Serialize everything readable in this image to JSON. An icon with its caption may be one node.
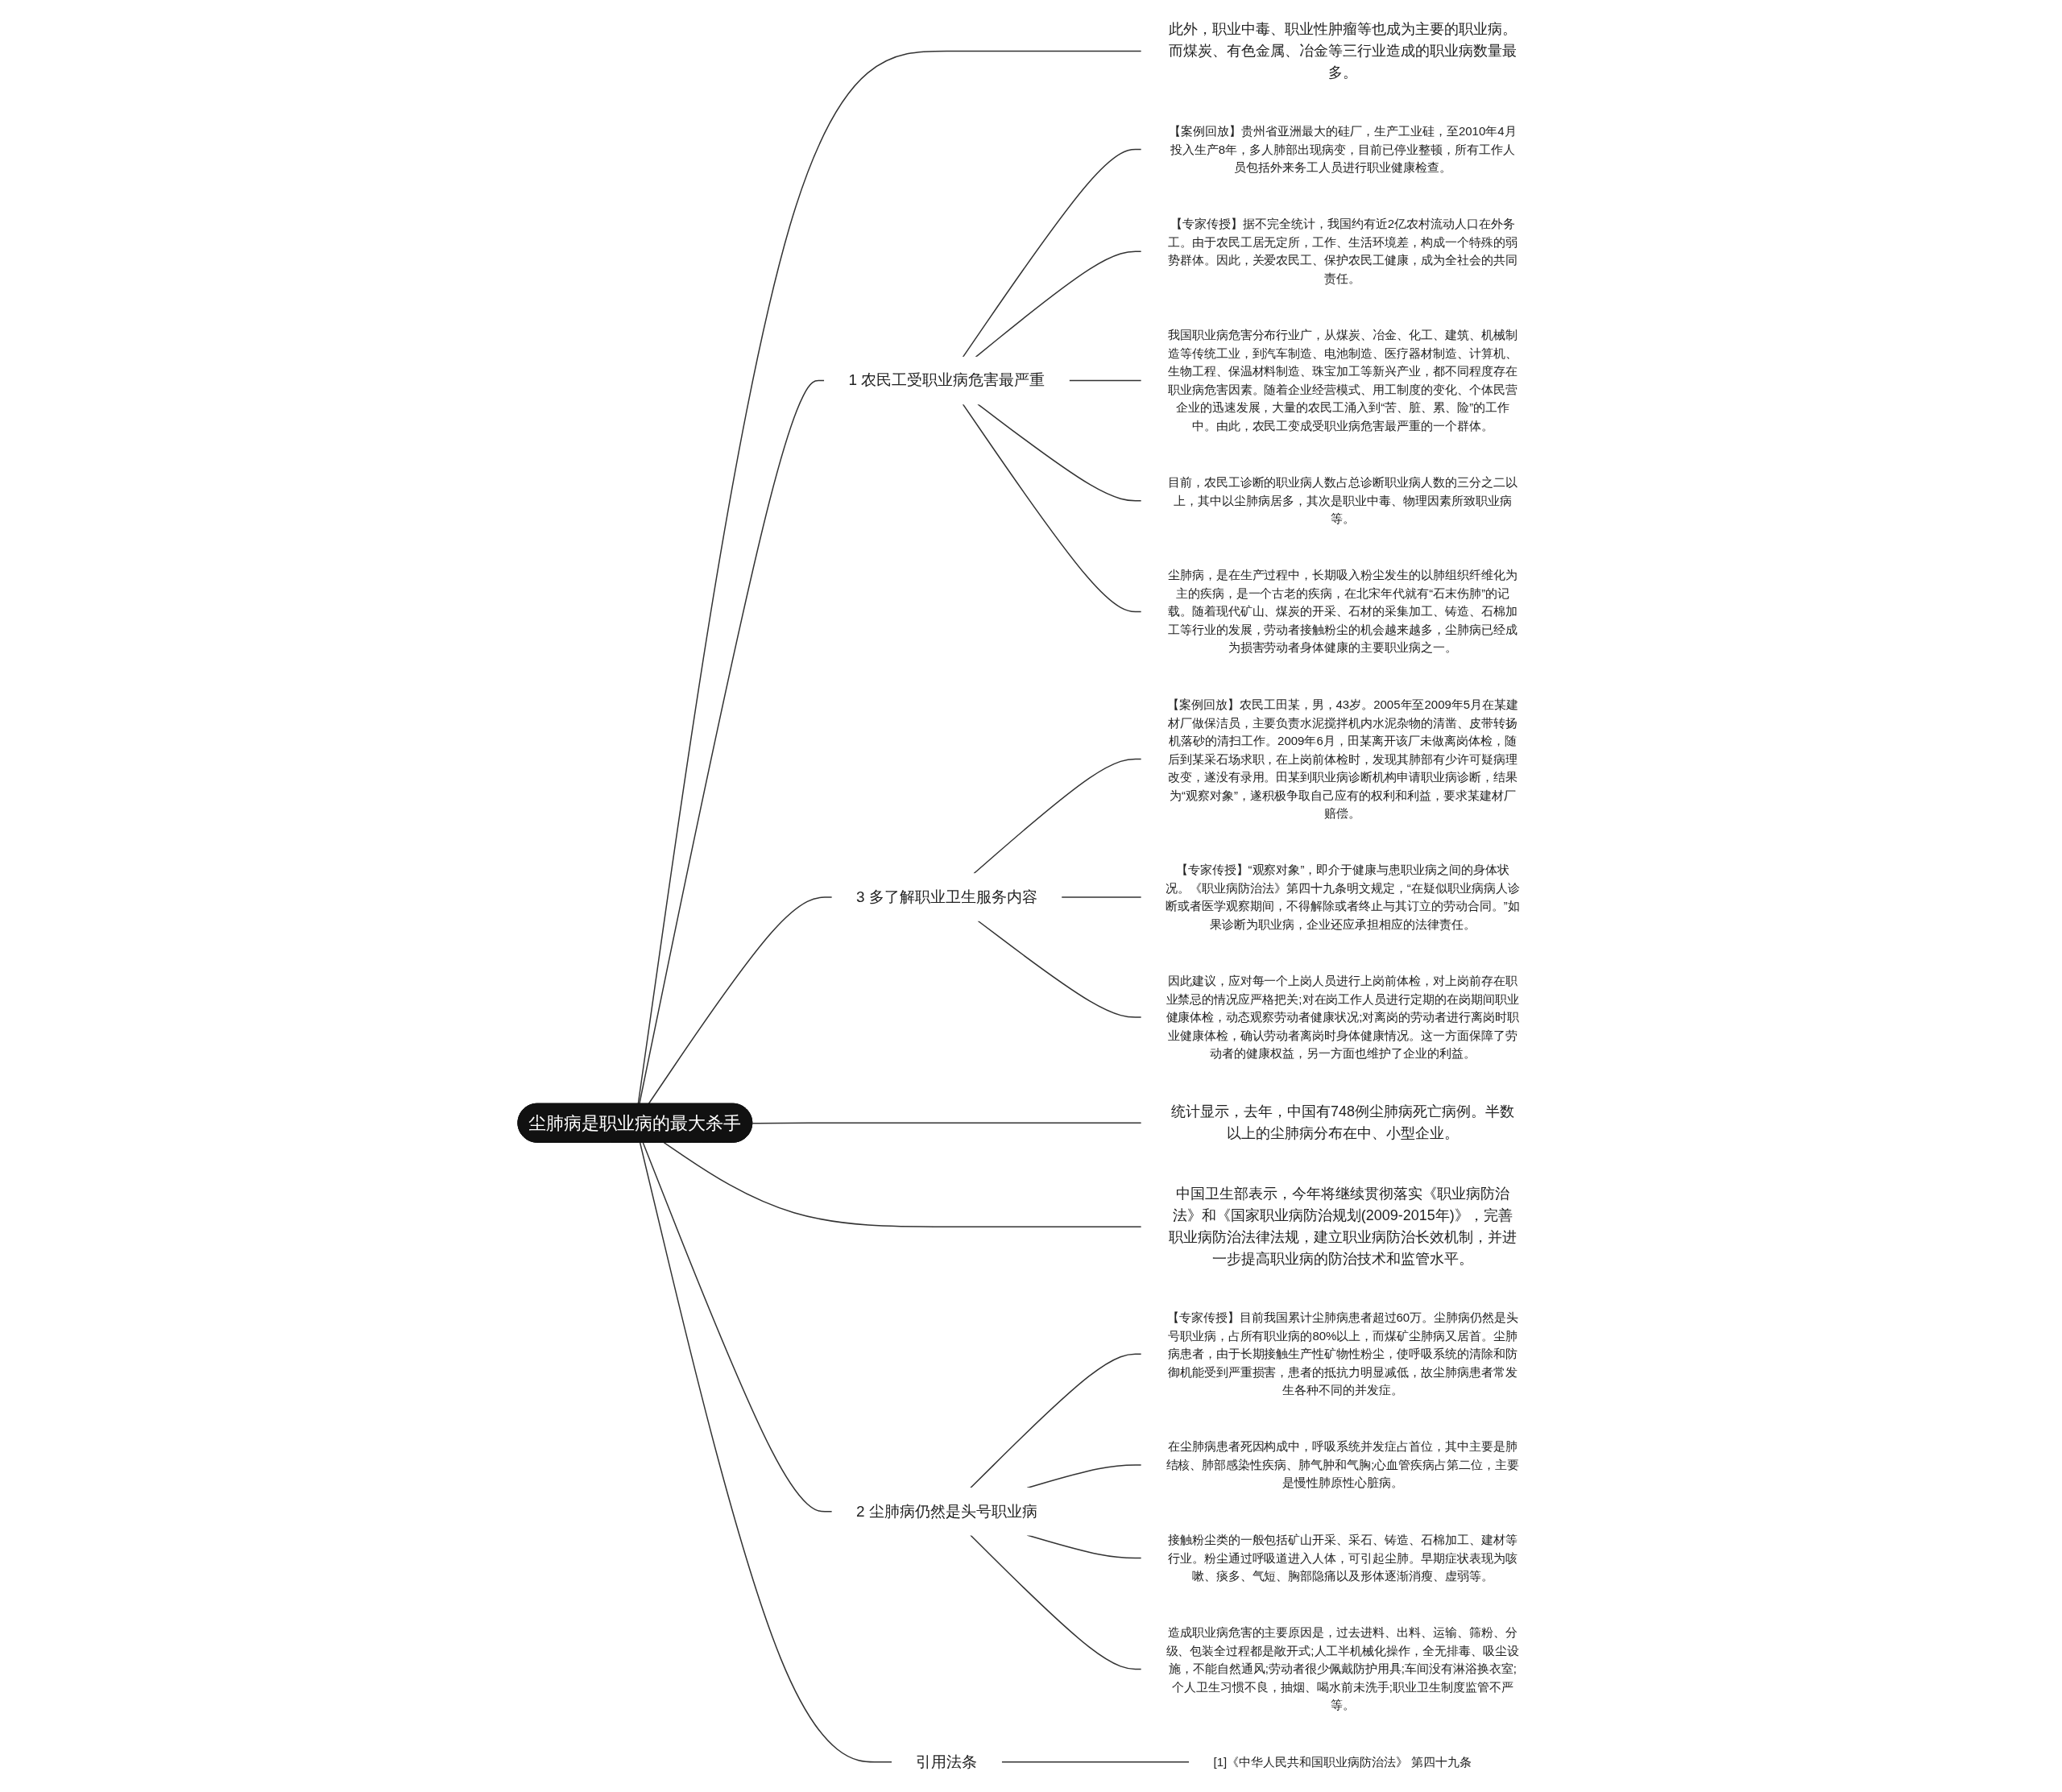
{
  "diagram": {
    "nodes": [
      {
        "text": [
          "尘肺病是职业病的最大杀手"
        ]
      },
      {
        "text": [
          "此外，职业中毒、职业性肿瘤等也成为主要的职业病。而煤炭、有色金属、冶金等三行业造成的职业病数量最多。"
        ]
      },
      {
        "text": [
          "1 农民工受职业病危害最严重"
        ]
      },
      {
        "text": [
          "【案例回放】贵州省亚洲最大的硅厂，生产工业硅，至2010年4月投入生产8年，多人肺部出现病变，目前已停业整顿，所有工作人员包括外来务工人员进行职业健康检查。"
        ]
      },
      {
        "text": [
          "【专家传授】据不完全统计，我国约有近2亿农村流动人口在外务工。由于农民工居无定所，工作、生活环境差，构成一个特殊的弱势群体。因此，关爱农民工、保护农民工健康，成为全社会的共同责任。"
        ]
      },
      {
        "text": [
          "我国职业病危害分布行业广，从煤炭、冶金、化工、建筑、机械制造等传统工业，到汽车制造、电池制造、医疗器材制造、计算机、生物工程、保温材料制造、珠宝加工等新兴产业，都不同程度存在职业病危害因素。随着企业经营模式、用工制度的变化、个体民营企业的迅速发展，大量的农民工涌入到“苦、脏、累、险”的工作中。由此，农民工变成受职业病危害最严重的一个群体。"
        ]
      },
      {
        "text": [
          "目前，农民工诊断的职业病人数占总诊断职业病人数的三分之二以上，其中以尘肺病居多，其次是职业中毒、物理因素所致职业病等。"
        ]
      },
      {
        "text": [
          "尘肺病，是在生产过程中，长期吸入粉尘发生的以肺组织纤维化为主的疾病，是一个古老的疾病，在北宋年代就有“石末伤肺”的记载。随着现代矿山、煤炭的开采、石材的采集加工、铸造、石棉加工等行业的发展，劳动者接触粉尘的机会越来越多，尘肺病已经成为损害劳动者身体健康的主要职业病之一。"
        ]
      },
      {
        "text": [
          "3 多了解职业卫生服务内容"
        ]
      },
      {
        "text": [
          "【案例回放】农民工田某，男，43岁。2005年至2009年5月在某建材厂做保洁员，主要负责水泥搅拌机内水泥杂物的清凿、皮带转扬机落砂的清扫工作。2009年6月，田某离开该厂未做离岗体检，随后到某采石场求职，在上岗前体检时，发现其肺部有少许可疑病理改变，遂没有录用。田某到职业病诊断机构申请职业病诊断，结果为“观察对象”，遂积极争取自己应有的权利和利益，要求某建材厂赔偿。"
        ]
      },
      {
        "text": [
          "【专家传授】“观察对象”，即介于健康与患职业病之间的身体状况。《职业病防治法》第四十九条明文规定，“在疑似职业病病人诊断或者医学观察期间，不得解除或者终止与其订立的劳动合同。”如果诊断为职业病，企业还应承担相应的法律责任。"
        ]
      },
      {
        "text": [
          "因此建议，应对每一个上岗人员进行上岗前体检，对上岗前存在职业禁忌的情况应严格把关;对在岗工作人员进行定期的在岗期间职业健康体检，动态观察劳动者健康状况;对离岗的劳动者进行离岗时职业健康体检，确认劳动者离岗时身体健康情况。这一方面保障了劳动者的健康权益，另一方面也维护了企业的利益。"
        ]
      },
      {
        "text": [
          "统计显示，去年，中国有748例尘肺病死亡病例。半数以上的尘肺病分布在中、小型企业。"
        ]
      },
      {
        "text": [
          "中国卫生部表示，今年将继续贯彻落实《职业病防治法》和《国家职业病防治规划(2009-2015年)》，完善职业病防治法律法规，建立职业病防治长效机制，并进一步提高职业病的防治技术和监管水平。"
        ]
      },
      {
        "text": [
          "2 尘肺病仍然是头号职业病"
        ]
      },
      {
        "text": [
          "【专家传授】目前我国累计尘肺病患者超过60万。尘肺病仍然是头号职业病，占所有职业病的80%以上，而煤矿尘肺病又居首。尘肺病患者，由于长期接触生产性矿物性粉尘，使呼吸系统的清除和防御机能受到严重损害，患者的抵抗力明显减低，故尘肺病患者常发生各种不同的并发症。"
        ]
      },
      {
        "text": [
          "在尘肺病患者死因构成中，呼吸系统并发症占首位，其中主要是肺结核、肺部感染性疾病、肺气肿和气胸;心血管疾病占第二位，主要是慢性肺原性心脏病。"
        ]
      },
      {
        "text": [
          "接触粉尘类的一般包括矿山开采、采石、铸造、石棉加工、建材等行业。粉尘通过呼吸道进入人体，可引起尘肺。早期症状表现为咳嗽、痰多、气短、胸部隐痛以及形体逐渐消瘦、虚弱等。"
        ]
      },
      {
        "text": [
          "造成职业病危害的主要原因是，过去进料、出料、运输、筛粉、分级、包装全过程都是敞开式;人工半机械化操作，全无排毒、吸尘设施，不能自然通风;劳动者很少佩戴防护用具;车间没有淋浴换衣室;个人卫生习惯不良，抽烟、喝水前未洗手;职业卫生制度监管不严等。"
        ]
      },
      {
        "text": [
          "引用法条"
        ]
      },
      {
        "text": [
          "[1]《中华人民共和国职业病防治法》 第四十九条"
        ]
      }
    ],
    "edges": [
      {
        "from": 0,
        "to": 1,
        "arrow": "none"
      },
      {
        "from": 0,
        "to": 2,
        "arrow": "none"
      },
      {
        "from": 2,
        "to": 3,
        "arrow": "none"
      },
      {
        "from": 2,
        "to": 4,
        "arrow": "none"
      },
      {
        "from": 2,
        "to": 5,
        "arrow": "none"
      },
      {
        "from": 2,
        "to": 6,
        "arrow": "none"
      },
      {
        "from": 2,
        "to": 7,
        "arrow": "none"
      },
      {
        "from": 0,
        "to": 8,
        "arrow": "none"
      },
      {
        "from": 8,
        "to": 9,
        "arrow": "none"
      },
      {
        "from": 8,
        "to": 10,
        "arrow": "none"
      },
      {
        "from": 8,
        "to": 11,
        "arrow": "none"
      },
      {
        "from": 0,
        "to": 12,
        "arrow": "none"
      },
      {
        "from": 0,
        "to": 13,
        "arrow": "none"
      },
      {
        "from": 0,
        "to": 14,
        "arrow": "none"
      },
      {
        "from": 14,
        "to": 15,
        "arrow": "none"
      },
      {
        "from": 14,
        "to": 16,
        "arrow": "none"
      },
      {
        "from": 14,
        "to": 17,
        "arrow": "none"
      },
      {
        "from": 14,
        "to": 18,
        "arrow": "none"
      },
      {
        "from": 0,
        "to": 19,
        "arrow": "none"
      },
      {
        "from": 19,
        "to": 20,
        "arrow": "none"
      }
    ]
  }
}
